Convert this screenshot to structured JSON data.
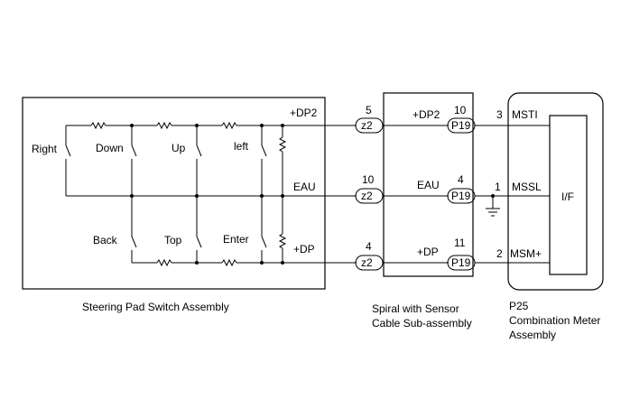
{
  "steering": {
    "title": "Steering Pad Switch Assembly",
    "switches": {
      "right": "Right",
      "down": "Down",
      "up": "Up",
      "left": "left",
      "back": "Back",
      "top": "Top",
      "enter": "Enter"
    },
    "signals": {
      "dp2": "+DP2",
      "eau": "EAU",
      "dp": "+DP"
    }
  },
  "spiral": {
    "title_line1": "Spiral with Sensor",
    "title_line2": "Cable Sub-assembly",
    "connector_in": "z2",
    "connector_out": "P19",
    "pins_in": {
      "dp2": "5",
      "eau": "10",
      "dp": "4"
    },
    "pins_out": {
      "dp2": "10",
      "eau": "4",
      "dp": "11"
    },
    "signals": {
      "dp2": "+DP2",
      "eau": "EAU",
      "dp": "+DP"
    }
  },
  "meter": {
    "code": "P25",
    "title_line1": "Combination Meter",
    "title_line2": "Assembly",
    "pins": {
      "msti": "3",
      "mssl": "1",
      "msm": "2"
    },
    "signals": {
      "msti": "MSTI",
      "mssl": "MSSL",
      "msm": "MSM+"
    },
    "interface": "I/F"
  }
}
